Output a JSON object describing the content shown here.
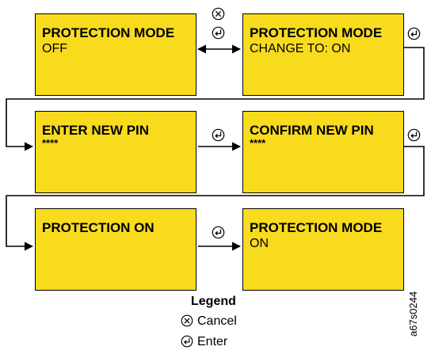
{
  "boxes": [
    {
      "title": "PROTECTION MODE",
      "sub": "OFF"
    },
    {
      "title": "PROTECTION MODE",
      "sub": "CHANGE TO: ON"
    },
    {
      "title": "ENTER NEW PIN",
      "sub": "****"
    },
    {
      "title": "CONFIRM NEW PIN",
      "sub": "****"
    },
    {
      "title": "PROTECTION ON",
      "sub": ""
    },
    {
      "title": "PROTECTION MODE",
      "sub": "ON"
    }
  ],
  "legend": {
    "title": "Legend",
    "cancel": "Cancel",
    "enter": "Enter"
  },
  "figure_id": "a67s0244",
  "colors": {
    "box_fill": "#f9db1e",
    "line": "#000000"
  },
  "icons": {
    "cancel": "circled-x-icon",
    "enter": "enter-return-icon"
  }
}
